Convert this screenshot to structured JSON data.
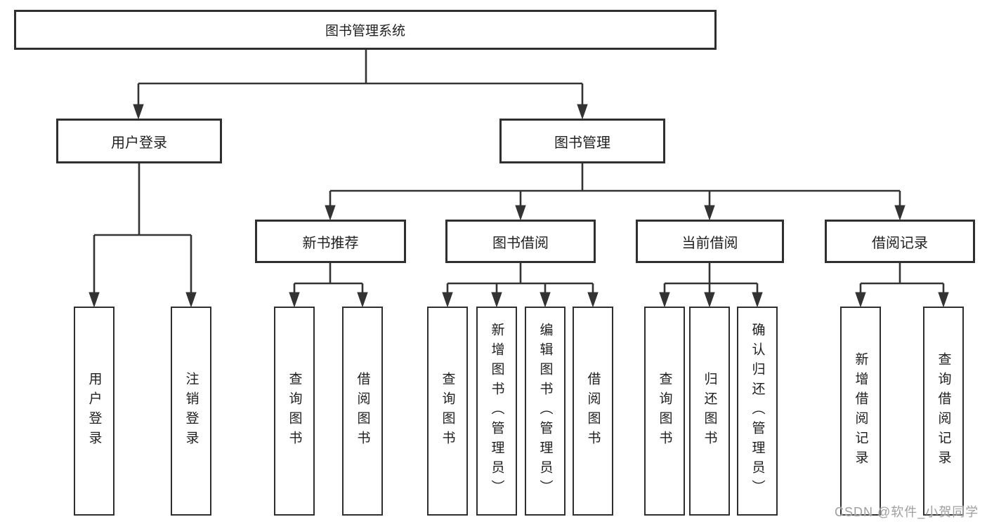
{
  "diagram_title": "图书管理系统",
  "nodes": {
    "root": "图书管理系统",
    "l2": [
      "用户登录",
      "图书管理"
    ],
    "l3": [
      "新书推荐",
      "图书借阅",
      "当前借阅",
      "借阅记录"
    ],
    "leaves": [
      "用户登录",
      "注销登录",
      "查询图书",
      "借阅图书",
      "查询图书",
      "新增图书（管理员）",
      "编辑图书（管理员）",
      "借阅图书",
      "查询图书",
      "归还图书",
      "确认归还（管理员）",
      "新增借阅记录",
      "查询借阅记录"
    ]
  },
  "hierarchy": {
    "root": "图书管理系统",
    "children": [
      {
        "label": "用户登录",
        "children": [
          "用户登录",
          "注销登录"
        ]
      },
      {
        "label": "图书管理",
        "children": [
          {
            "label": "新书推荐",
            "children": [
              "查询图书",
              "借阅图书"
            ]
          },
          {
            "label": "图书借阅",
            "children": [
              "查询图书",
              "新增图书（管理员）",
              "编辑图书（管理员）",
              "借阅图书"
            ]
          },
          {
            "label": "当前借阅",
            "children": [
              "查询图书",
              "归还图书",
              "确认归还（管理员）"
            ]
          },
          {
            "label": "借阅记录",
            "children": [
              "新增借阅记录",
              "查询借阅记录"
            ]
          }
        ]
      }
    ]
  },
  "watermark": {
    "text": "CSDN @软件_小贺同学",
    "color": "#9f9f9f"
  },
  "colors": {
    "background": "#ffffff",
    "box_border": "#2f2f2f",
    "line": "#333333",
    "text": "#1f1f1f"
  }
}
